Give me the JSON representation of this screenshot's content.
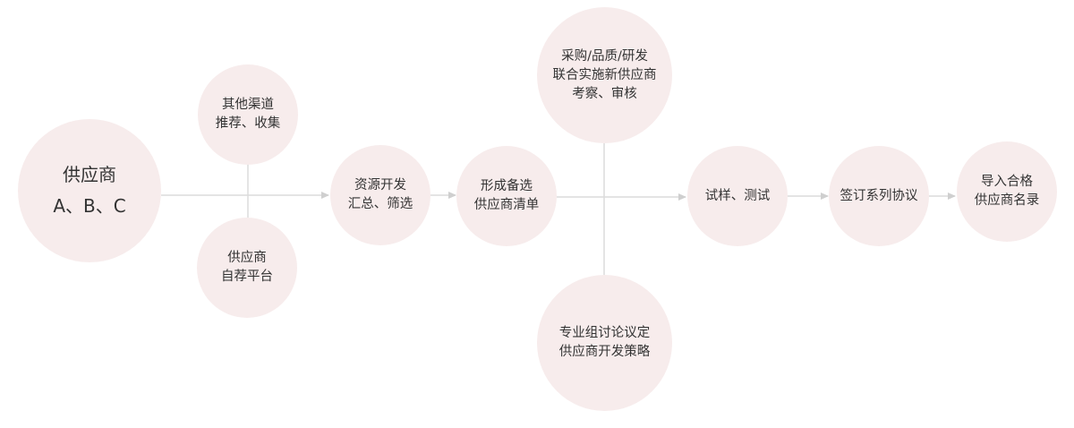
{
  "diagram": {
    "nodes": {
      "supplier_abc": {
        "lines": [
          "供应商",
          "A、B、C"
        ]
      },
      "other_channels": {
        "lines": [
          "其他渠道",
          "推荐、收集"
        ]
      },
      "self_recommend": {
        "lines": [
          "供应商",
          "自荐平台"
        ]
      },
      "resource_dev": {
        "lines": [
          "资源开发",
          "汇总、筛选"
        ]
      },
      "candidate_list": {
        "lines": [
          "形成备选",
          "供应商清单"
        ]
      },
      "joint_audit": {
        "lines": [
          "采购/品质/研发",
          "联合实施新供应商",
          "考察、审核"
        ]
      },
      "strategy": {
        "lines": [
          "专业组讨论议定",
          "供应商开发策略"
        ]
      },
      "sample_test": {
        "lines": [
          "试样、测试"
        ]
      },
      "agreement": {
        "lines": [
          "签订系列协议"
        ]
      },
      "qualified_list": {
        "lines": [
          "导入合格",
          "供应商名录"
        ]
      }
    }
  }
}
